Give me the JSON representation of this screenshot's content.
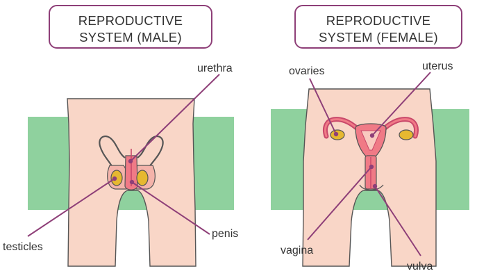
{
  "male": {
    "title_line1": "REPRODUCTIVE",
    "title_line2": "SYSTEM (MALE)",
    "labels": {
      "urethra": "urethra",
      "testicles": "testicles",
      "penis": "penis"
    }
  },
  "female": {
    "title_line1": "REPRODUCTIVE",
    "title_line2": "SYSTEM (FEMALE)",
    "labels": {
      "ovaries": "ovaries",
      "uterus": "uterus",
      "vagina": "vagina",
      "vulva": "vulva"
    }
  },
  "colors": {
    "accent": "#8e3f78",
    "skin": "#f9d6c7",
    "band": "#8fd19e",
    "organ": "#f07a86",
    "gland": "#e6b830"
  }
}
